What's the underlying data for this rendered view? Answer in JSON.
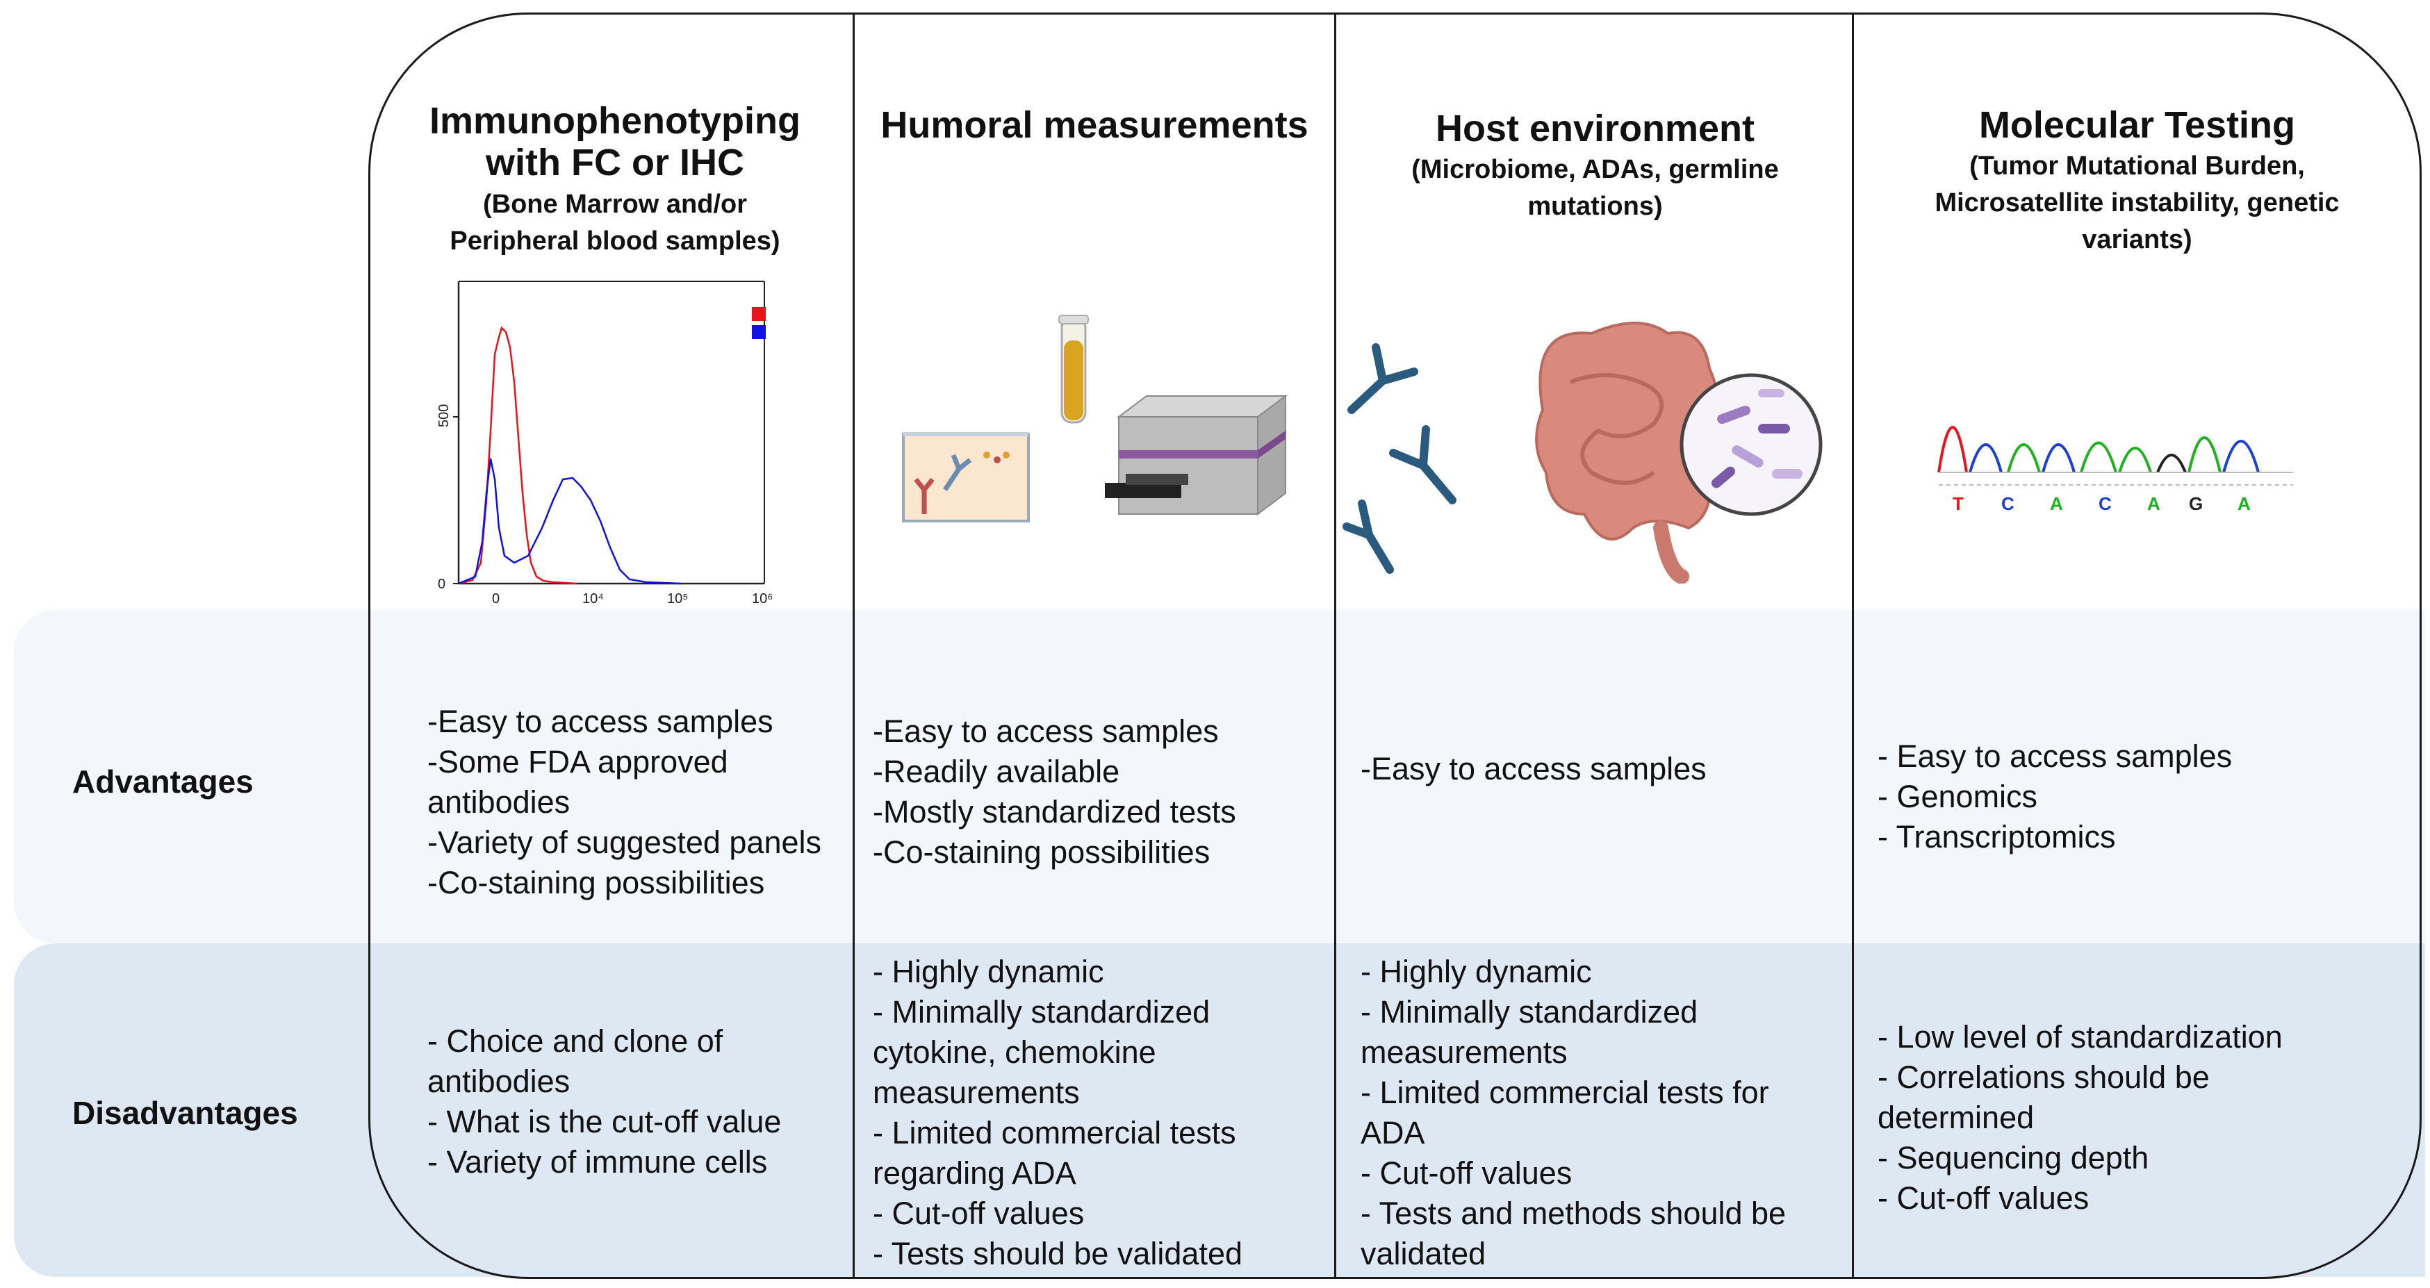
{
  "rows": {
    "advantages": "Advantages",
    "disadvantages": "Disadvantages"
  },
  "columns": [
    {
      "title": "Immunophenotyping\nwith FC or IHC",
      "subtitle": "(Bone Marrow and/or\nPeripheral blood samples)",
      "advantages": "-Easy to access samples\n-Some FDA approved\nantibodies\n-Variety of suggested panels\n-Co-staining possibilities",
      "disadvantages": "- Choice and clone of\nantibodies\n- What is the cut-off value\n- Variety of immune cells"
    },
    {
      "title": "Humoral measurements",
      "subtitle": "",
      "advantages": "-Easy to access samples\n-Readily available\n-Mostly standardized tests\n-Co-staining possibilities",
      "disadvantages": "- Highly dynamic\n- Minimally standardized\ncytokine, chemokine\nmeasurements\n- Limited commercial tests\nregarding ADA\n- Cut-off values\n- Tests should be validated"
    },
    {
      "title": "Host environment",
      "subtitle": "(Microbiome, ADAs, germline\nmutations)",
      "advantages": "-Easy to access samples",
      "disadvantages": "- Highly dynamic\n- Minimally standardized\nmeasurements\n- Limited commercial tests for\nADA\n- Cut-off values\n- Tests and methods should be\nvalidated"
    },
    {
      "title": "Molecular Testing",
      "subtitle": "(Tumor Mutational Burden,\nMicrosatellite instability, genetic\nvariants)",
      "advantages": "- Easy to access samples\n- Genomics\n- Transcriptomics",
      "disadvantages": "- Low level of standardization\n- Correlations should be\ndetermined\n- Sequencing depth\n- Cut-off values"
    }
  ],
  "histogram": {
    "y_tick": "500",
    "y_zero": "0",
    "x_ticks": [
      "0",
      "10⁴",
      "10⁵",
      "10⁶"
    ],
    "series_colors": [
      "#e8141c",
      "#1010e0"
    ]
  },
  "sequence": {
    "bases": [
      "T",
      "C",
      "A",
      "C",
      "A",
      "G",
      "A"
    ],
    "base_colors": [
      "#e8141c",
      "#1a3fd6",
      "#20b020",
      "#1a3fd6",
      "#20b020",
      "#222222",
      "#20b020"
    ]
  },
  "colors": {
    "band_adv": "#f3f7fb",
    "band_dis": "#dde8f2",
    "tube": "#d9a520",
    "antibody": "#2a5a7e",
    "gut": "#d98a7c"
  }
}
